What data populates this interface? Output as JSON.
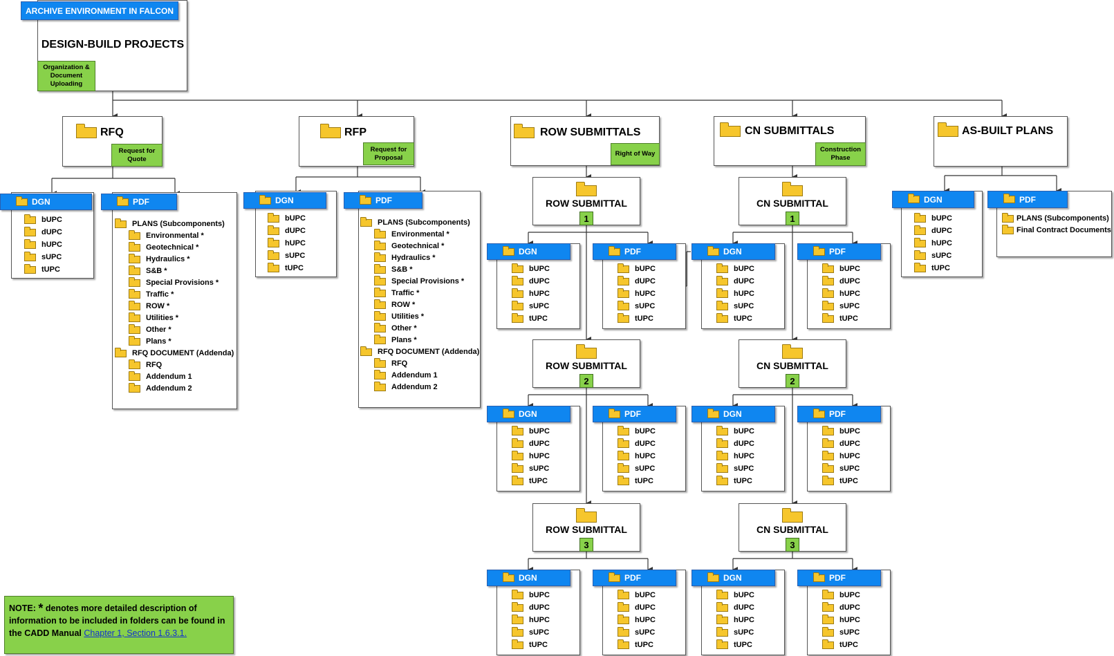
{
  "archive_label": "ARCHIVE ENVIRONMENT IN FALCON",
  "root_title": "DESIGN-BUILD PROJECTS",
  "root_tag": "Organization & Document Uploading",
  "top": {
    "rfq": {
      "title": "RFQ",
      "tag": "Request for Quote"
    },
    "rfp": {
      "title": "RFP",
      "tag": "Request for Proposal"
    },
    "row": {
      "title": "ROW SUBMITTALS",
      "tag": "Right of Way"
    },
    "cn": {
      "title": "CN SUBMITTALS",
      "tag": "Construction Phase"
    },
    "asb": {
      "title": "AS-BUILT PLANS"
    }
  },
  "labels": {
    "dgn": "DGN",
    "pdf": "PDF",
    "row_submittal": "ROW SUBMITTAL",
    "cn_submittal": "CN SUBMITTAL"
  },
  "submittal_numbers": [
    "1",
    "2",
    "3"
  ],
  "upc_folders": [
    "bUPC",
    "dUPC",
    "hUPC",
    "sUPC",
    "tUPC"
  ],
  "plans_tree": {
    "plans_label": "PLANS (Subcomponents)",
    "plans_children": [
      "Environmental *",
      "Geotechnical *",
      "Hydraulics *",
      "S&B *",
      "Special Provisions *",
      "Traffic *",
      "ROW *",
      "Utilities *",
      "Other *",
      "Plans *"
    ],
    "doc_label": "RFQ DOCUMENT (Addenda)",
    "doc_children": [
      "RFQ",
      "Addendum 1",
      "Addendum 2"
    ]
  },
  "asbuilt_pdf": [
    "PLANS (Subcomponents)",
    "Final Contract Documents"
  ],
  "note": {
    "lead": "NOTE:",
    "star": "*",
    "text": "denotes more detailed description of information to be included in folders can be found in the CADD Manual",
    "link": "Chapter 1, Section 1.6.3.1."
  }
}
